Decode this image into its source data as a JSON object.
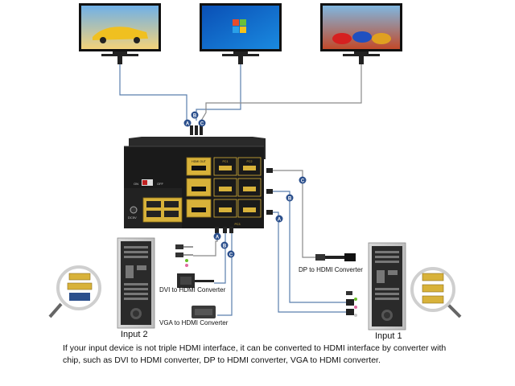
{
  "monitors": [
    {
      "screen": "sports-car"
    },
    {
      "screen": "windows-7"
    },
    {
      "screen": "cars-movie"
    }
  ],
  "port_badges": [
    "A",
    "B",
    "C"
  ],
  "kvm_panel": {
    "ports": [
      "HDMI OUT",
      "PC1",
      "PC2",
      "PC3",
      "ON",
      "OFF",
      "DC5V"
    ]
  },
  "converters": {
    "dvi": "DVI to HDMI Converter",
    "vga": "VGA to HDMI Converter",
    "dp": "DP to HDMI Converter"
  },
  "inputs": {
    "input2": "Input 2",
    "input1": "Input 1"
  },
  "caption": "If your input device is not triple HDMI interface, it can be converted to HDMI interface by converter with chip, such as DVI to HDMI converter, DP to HDMI converter, VGA to HDMI converter.",
  "colors": {
    "cable_blue": "#5b7fae",
    "cable_gray": "#8a8a8a",
    "badge_blue": "#2b4f8c",
    "kvm_body": "#1a1a1a",
    "port_gold": "#d8b23a"
  }
}
